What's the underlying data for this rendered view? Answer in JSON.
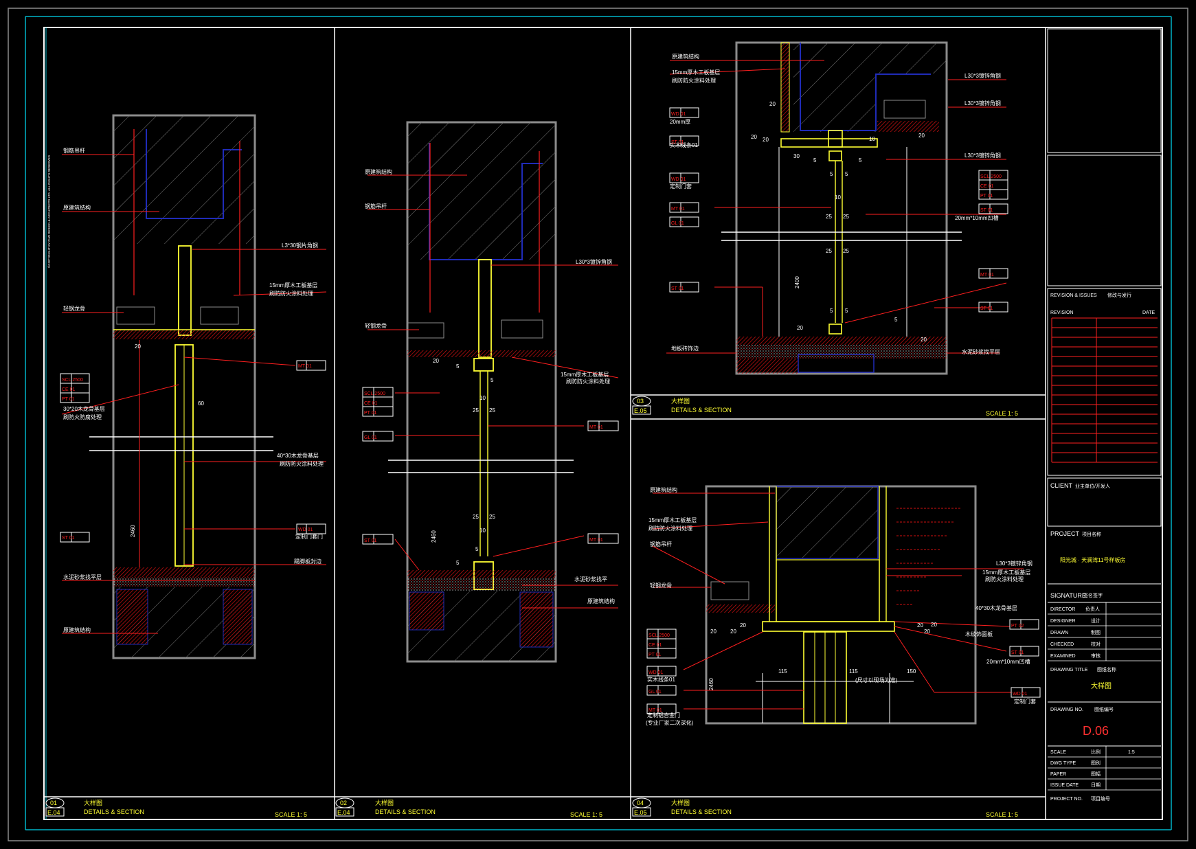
{
  "colors": {
    "frame": "#8c8c8c",
    "border": "#ffffff",
    "accent_cyan": "#00b4c8",
    "leader": "#ff1f1f",
    "member": "#ffff33",
    "concrete": "#1f2bb8",
    "hatch": "#8a8a8a",
    "fill_red": "#b40000"
  },
  "copyright": "©COPYRIGHT BY PLW DESIGN & ARCHITECTS LTD. ALL RIGHTS RESERVED",
  "panels": [
    {
      "num": "01",
      "ref": "E.04",
      "title_cn": "大样图",
      "title_en": "DETAILS & SECTION",
      "scale": "SCALE 1:  5",
      "labels": [
        "钢筋吊杆",
        "原建筑结构",
        "L3*30钢片角钢",
        "15mm厚木工板基层",
        "刷防防火涂料处理",
        "轻钢龙骨",
        "30*20木龙骨基层",
        "刷防火防腐处理",
        "40*30木龙骨基层",
        "刷防防火涂料处理",
        "定制门套门",
        "踢脚板封边",
        "水泥砂浆找平层",
        "原建筑结构"
      ],
      "dims": [
        "20",
        "60",
        "2460"
      ],
      "tags": [
        "SCL 2500",
        "CE 01",
        "PT 01",
        "MT 01",
        "WD 01",
        "ST 01"
      ]
    },
    {
      "num": "02",
      "ref": "E.04",
      "title_cn": "大样图",
      "title_en": "DETAILS & SECTION",
      "scale": "SCALE 1:  5",
      "labels": [
        "原建筑结构",
        "钢筋吊杆",
        "L30*3镀锌角钢",
        "轻钢龙骨",
        "15mm厚木工板基层",
        "刷防防火涂料处理",
        "水泥砂浆找平",
        "原建筑结构"
      ],
      "dims": [
        "20",
        "5",
        "5",
        "10",
        "25",
        "25",
        "2460",
        "25",
        "25",
        "10",
        "5",
        "5"
      ],
      "tags": [
        "SCL 2500",
        "CE 01",
        "PT 01",
        "GL 01",
        "MT 01",
        "ST 01",
        "MT 01"
      ]
    },
    {
      "num": "03",
      "ref": "E.05",
      "title_cn": "大样图",
      "title_en": "DETAILS & SECTION",
      "scale": "SCALE 1:  5",
      "labels": [
        "原建筑结构",
        "15mm厚木工板基层",
        "刷防防火涂料处理",
        "L30*3镀锌角钢",
        "L30*3镀锌角钢",
        "L30*3镀锌角钢",
        "20mm*10mm凹槽",
        "20mm厚",
        "定制门套",
        "实木线条01",
        "地板砖饰边",
        "水泥砂浆找平层"
      ],
      "dims": [
        "20",
        "20",
        "20",
        "30",
        "5",
        "5",
        "5",
        "5",
        "10",
        "25",
        "25",
        "25",
        "25",
        "2400",
        "5",
        "5",
        "20",
        "20",
        "20",
        "10",
        "5"
      ],
      "tags": [
        "WD 01",
        "ST 01",
        "WD 01",
        "MT 01",
        "GL 01",
        "SCL 2500",
        "CE 01",
        "PT 01",
        "ST 01",
        "MT 01",
        "ST 01",
        "ST 01"
      ]
    },
    {
      "num": "04",
      "ref": "E.05",
      "title_cn": "大样图",
      "title_en": "DETAILS & SECTION",
      "scale": "SCALE 1:  5",
      "labels": [
        "原建筑结构",
        "15mm厚木工板基层",
        "刷防防火涂料处理",
        "钢筋吊杆",
        "轻钢龙骨",
        "L30*3镀锌角钢",
        "15mm厚木工板基层",
        "刷防火涂料处理",
        "40*30木龙骨基层",
        "木纹饰面板",
        "实木线条01",
        "20mm*10mm凹槽",
        "定制门套",
        "定制铝合金门",
        "(专业厂家二次深化)",
        "(尺寸以现场为准)"
      ],
      "dims": [
        "20",
        "20",
        "20",
        "20",
        "20",
        "20",
        "115",
        "115",
        "150",
        "2460"
      ],
      "tags": [
        "SCL 2500",
        "CE 01",
        "PT 01",
        "WD 01",
        "GL 01",
        "MT 01",
        "PT 02",
        "ST 01",
        "WD 01"
      ]
    }
  ],
  "title_block": {
    "revision_title": "REVISION & ISSUES",
    "revision_cn": "修改与发行",
    "revision_col": "REVISION",
    "date_col": "DATE",
    "client_label": "CLIENT",
    "client_value": "业主单位/开发人",
    "project_label": "PROJECT",
    "project_cn": "项目名称",
    "project_value": "阳光城 · 天澜湾11号样板房",
    "signature_label": "SIGNATURE",
    "signature_cn": "签名签字",
    "roles": [
      {
        "en": "DIRECTOR",
        "cn": "负责人"
      },
      {
        "en": "DESIGNER",
        "cn": "设计"
      },
      {
        "en": "DRAWN",
        "cn": "制图"
      },
      {
        "en": "CHECKED",
        "cn": "校对"
      },
      {
        "en": "EXAMINED",
        "cn": "审核"
      }
    ],
    "drawing_title_label": "DRAWING TITLE",
    "drawing_title_cn": "图纸名称",
    "drawing_title_value": "大样图",
    "drawing_no_label": "DRAWING NO.",
    "drawing_no_cn": "图纸编号",
    "drawing_no_value": "D.06",
    "meta": [
      {
        "en": "SCALE",
        "cn": "比例",
        "value": "1:5"
      },
      {
        "en": "DWG TYPE",
        "cn": "图别",
        "value": ""
      },
      {
        "en": "PAPER",
        "cn": "图幅",
        "value": ""
      },
      {
        "en": "ISSUE DATE",
        "cn": "日期",
        "value": ""
      },
      {
        "en": "PROJECT NO.",
        "cn": "项目编号",
        "value": ""
      }
    ]
  }
}
